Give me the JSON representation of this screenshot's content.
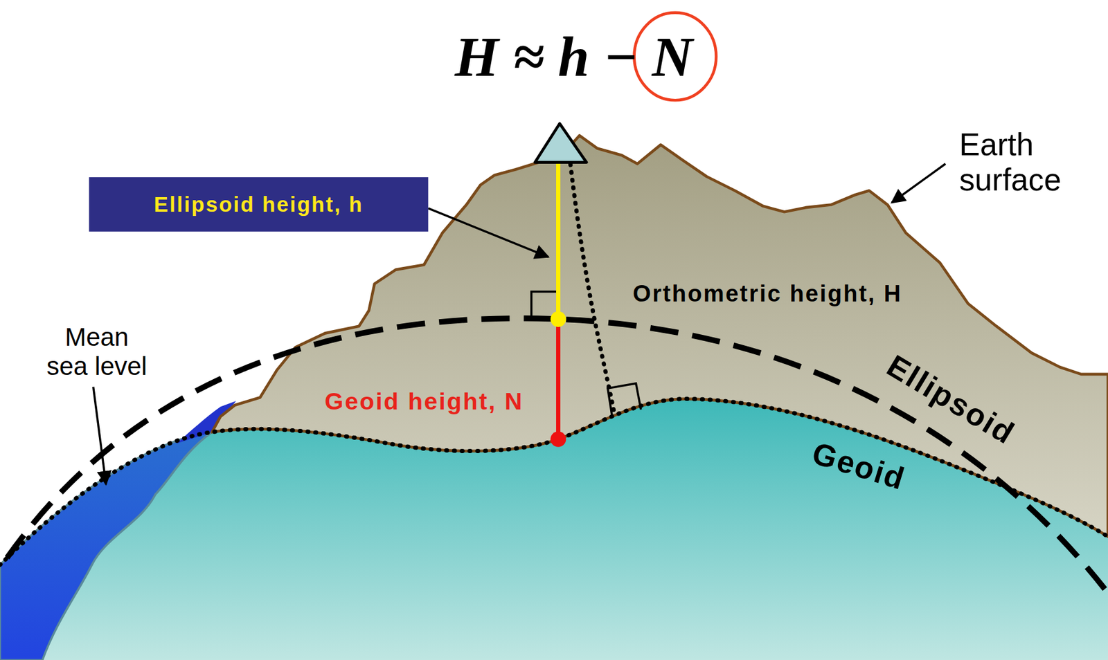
{
  "diagram": {
    "nodes": [
      {
        "text": [
          "Ellipsoid height, h"
        ]
      }
    ],
    "labels": [
      "H ≈ h − N",
      "Earth surface",
      "Orthometric height, H",
      "Mean sea level",
      "Ellipsoid",
      "Geoid",
      "Geoid height, N"
    ]
  }
}
